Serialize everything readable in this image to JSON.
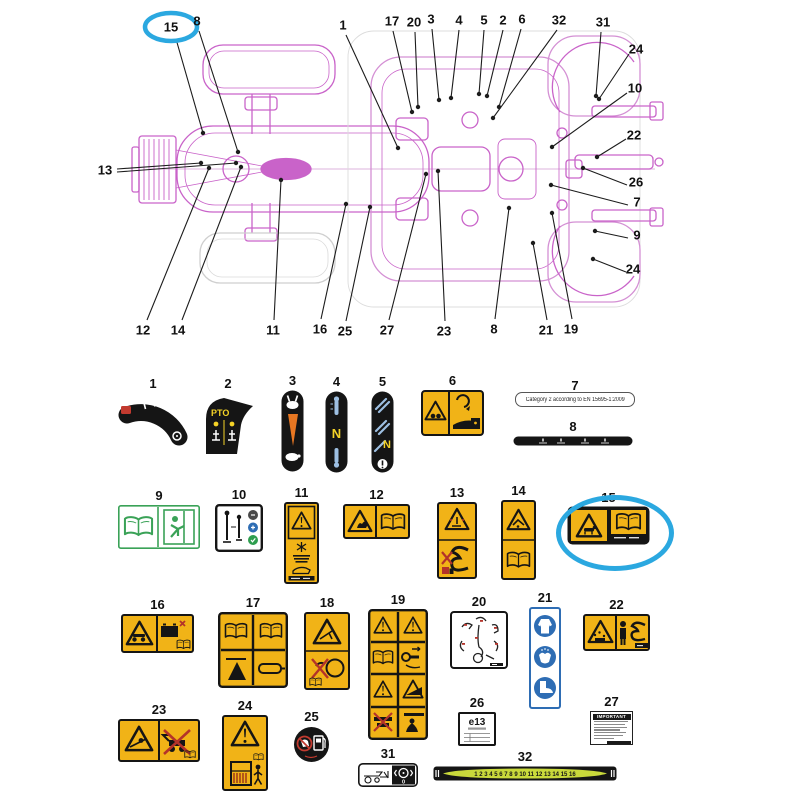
{
  "colors": {
    "highlight_blue": "#2BA8E0",
    "tractor_magenta": "#C963C9",
    "decal_yellow": "#F1B317",
    "safety_green": "#3AA257",
    "safety_blue": "#2E6DB4",
    "speed_strip_green": "#C9D93B"
  },
  "diagram": {
    "callouts": [
      {
        "label": "15"
      },
      {
        "label": "8"
      },
      {
        "label": "1"
      },
      {
        "label": "17"
      },
      {
        "label": "20"
      },
      {
        "label": "3"
      },
      {
        "label": "4"
      },
      {
        "label": "5"
      },
      {
        "label": "2"
      },
      {
        "label": "6"
      },
      {
        "label": "32"
      },
      {
        "label": "31"
      },
      {
        "label": "24"
      },
      {
        "label": "10"
      },
      {
        "label": "22"
      },
      {
        "label": "26"
      },
      {
        "label": "7"
      },
      {
        "label": "9"
      },
      {
        "label": "24"
      },
      {
        "label": "13"
      },
      {
        "label": "12"
      },
      {
        "label": "14"
      },
      {
        "label": "11"
      },
      {
        "label": "16"
      },
      {
        "label": "25"
      },
      {
        "label": "27"
      },
      {
        "label": "23"
      },
      {
        "label": "8"
      },
      {
        "label": "21"
      },
      {
        "label": "19"
      }
    ]
  },
  "decals": {
    "items": [
      {
        "num": "1"
      },
      {
        "num": "2",
        "text": "PTO"
      },
      {
        "num": "3"
      },
      {
        "num": "4",
        "text": "N"
      },
      {
        "num": "5",
        "text": "N"
      },
      {
        "num": "6"
      },
      {
        "num": "7",
        "text": "Category 2 according to EN 15695-1:2009"
      },
      {
        "num": "8"
      },
      {
        "num": "9"
      },
      {
        "num": "10"
      },
      {
        "num": "11"
      },
      {
        "num": "12"
      },
      {
        "num": "13"
      },
      {
        "num": "14"
      },
      {
        "num": "15"
      },
      {
        "num": "16"
      },
      {
        "num": "17"
      },
      {
        "num": "18"
      },
      {
        "num": "19"
      },
      {
        "num": "20"
      },
      {
        "num": "21"
      },
      {
        "num": "22"
      },
      {
        "num": "23"
      },
      {
        "num": "24"
      },
      {
        "num": "25"
      },
      {
        "num": "26",
        "text": "e13"
      },
      {
        "num": "27",
        "header": "IMPORTANT"
      },
      {
        "num": "31",
        "text": "0"
      },
      {
        "num": "32",
        "scale": "1 2 3 4 5 6 7 8 9 10 11 12 13 14 15 16"
      }
    ]
  }
}
